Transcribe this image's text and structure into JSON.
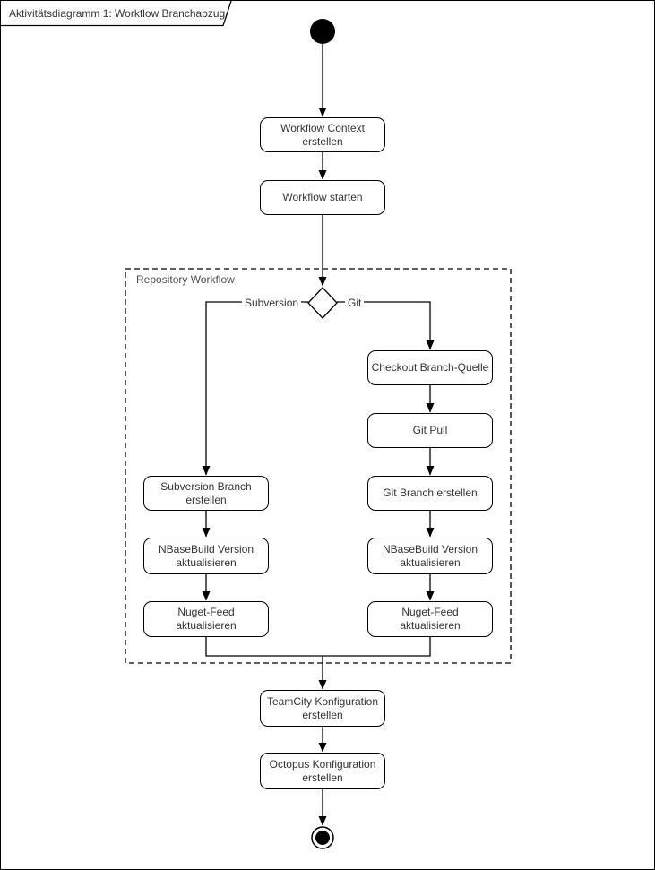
{
  "title": "Aktivitätsdiagramm 1: Workflow Branchabzug",
  "container": {
    "label": "Repository Workflow"
  },
  "edges": {
    "subversion_label": "Subversion",
    "git_label": "Git"
  },
  "nodes": {
    "workflow_context": "Workflow Context\nerstellen",
    "workflow_start": "Workflow starten",
    "checkout_branch_quelle": "Checkout Branch-Quelle",
    "git_pull": "Git Pull",
    "git_branch_erstellen": "Git Branch erstellen",
    "nbasebuild_version_right": "NBaseBuild Version\naktualisieren",
    "nuget_feed_right": "Nuget-Feed\naktualisieren",
    "subversion_branch_erstellen": "Subversion Branch\nerstellen",
    "nbasebuild_version_left": "NBaseBuild Version\naktualisieren",
    "nuget_feed_left": "Nuget-Feed\naktualisieren",
    "teamcity_konfiguration": "TeamCity Konfiguration\nerstellen",
    "octopus_konfiguration": "Octopus Konfiguration\nerstellen"
  },
  "shapes": {
    "start": "filled-circle-initial-node",
    "decision": "diamond",
    "end": "bullseye-final-node"
  },
  "colors": {
    "stroke": "#000000",
    "text": "#333333",
    "background": "#ffffff"
  }
}
